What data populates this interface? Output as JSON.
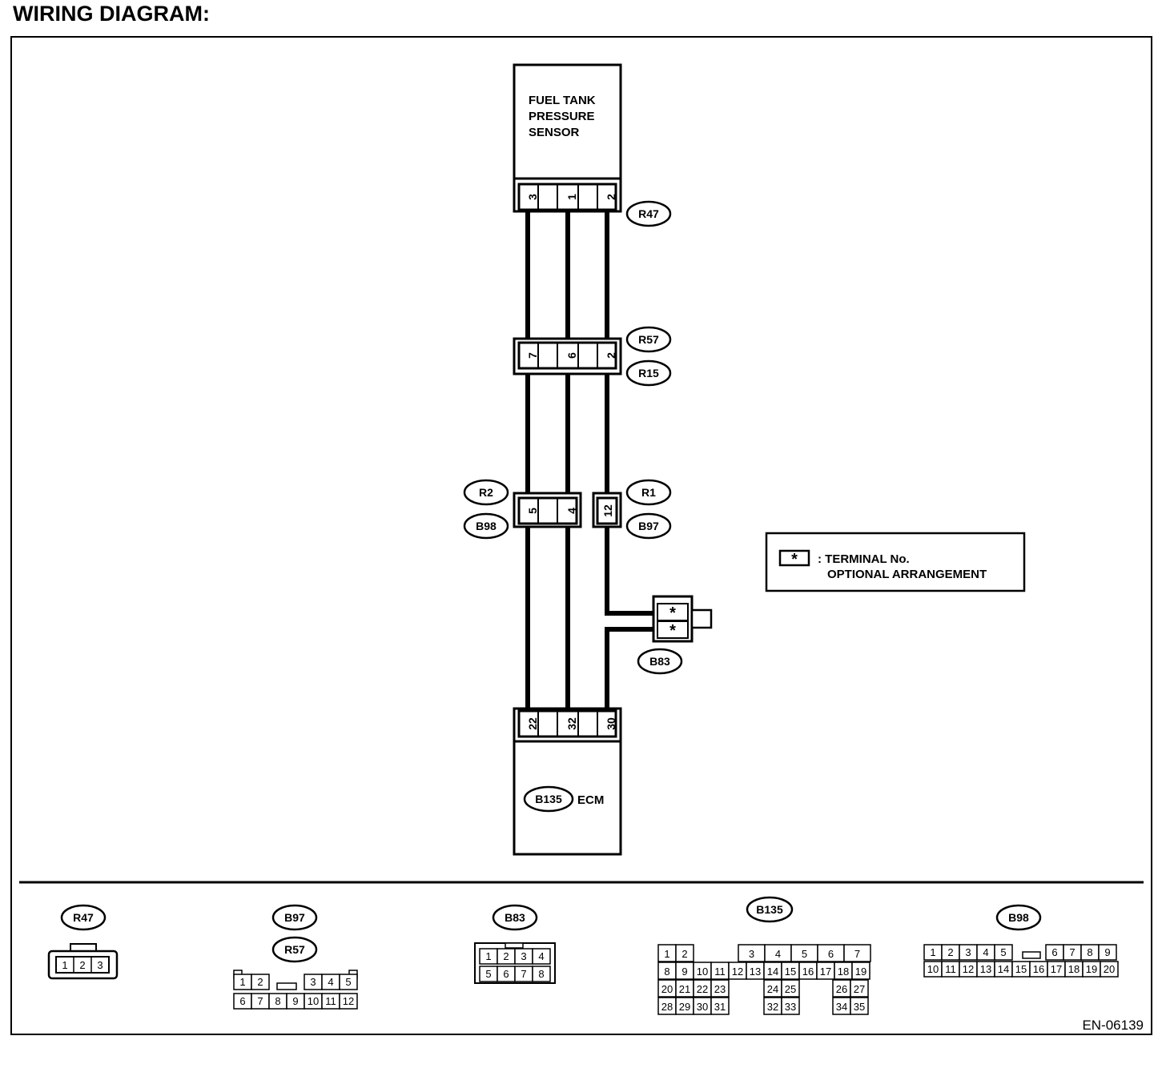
{
  "title": "WIRING DIAGRAM:",
  "figure_id": "EN-06139",
  "sensor": {
    "label_lines": [
      "FUEL TANK",
      "PRESSURE",
      "SENSOR"
    ],
    "connector": "R47",
    "pins": [
      "3",
      "1",
      "2"
    ]
  },
  "junction_1": {
    "connectors": [
      "R57",
      "R15"
    ],
    "pins": [
      "7",
      "6",
      "2"
    ]
  },
  "junction_2a": {
    "connectors": [
      "R2",
      "B98"
    ],
    "pins": [
      "5",
      "4"
    ]
  },
  "junction_2b": {
    "connectors": [
      "R1",
      "B97"
    ],
    "pins": [
      "12"
    ]
  },
  "b83_connector": {
    "id": "B83",
    "pins": [
      "*",
      "*"
    ]
  },
  "ecm": {
    "connector": "B135",
    "label": "ECM",
    "pins": [
      "22",
      "32",
      "30"
    ]
  },
  "legend": {
    "symbol": "*",
    "line1": ": TERMINAL No.",
    "line2": "OPTIONAL ARRANGEMENT"
  },
  "connector_views": {
    "r47": {
      "ids": [
        "R47"
      ],
      "pins": [
        "1",
        "2",
        "3"
      ]
    },
    "b97_r57": {
      "ids": [
        "B97",
        "R57"
      ],
      "row1_left": [
        "1",
        "2"
      ],
      "row1_right": [
        "3",
        "4",
        "5"
      ],
      "row2": [
        "6",
        "7",
        "8",
        "9",
        "10",
        "11",
        "12"
      ]
    },
    "b83": {
      "ids": [
        "B83"
      ],
      "row1": [
        "1",
        "2",
        "3",
        "4"
      ],
      "row2": [
        "5",
        "6",
        "7",
        "8"
      ]
    },
    "b135": {
      "ids": [
        "B135"
      ],
      "row1_left": [
        "1",
        "2"
      ],
      "row1_right": [
        "3",
        "4",
        "5",
        "6",
        "7"
      ],
      "row2": [
        "8",
        "9",
        "10",
        "11",
        "12",
        "13",
        "14",
        "15",
        "16",
        "17",
        "18",
        "19"
      ],
      "row3_left": [
        "20",
        "21",
        "22",
        "23"
      ],
      "row3_mid": [
        "24",
        "25"
      ],
      "row3_right": [
        "26",
        "27"
      ],
      "row4_left": [
        "28",
        "29",
        "30",
        "31"
      ],
      "row4_mid": [
        "32",
        "33"
      ],
      "row4_right": [
        "34",
        "35"
      ]
    },
    "b98": {
      "ids": [
        "B98"
      ],
      "row1_left": [
        "1",
        "2",
        "3",
        "4",
        "5"
      ],
      "row1_right": [
        "6",
        "7",
        "8",
        "9"
      ],
      "row2": [
        "10",
        "11",
        "12",
        "13",
        "14",
        "15",
        "16",
        "17",
        "18",
        "19",
        "20"
      ]
    }
  }
}
